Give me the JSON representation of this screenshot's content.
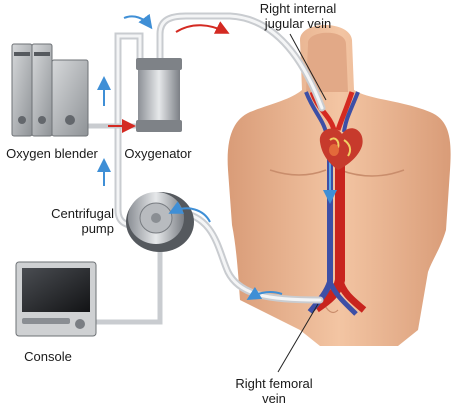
{
  "labels": {
    "right_internal_jugular_vein": [
      "Right internal",
      "jugular vein"
    ],
    "oxygen_blender": "Oxygen blender",
    "oxygenator": "Oxygenator",
    "centrifugal_pump": [
      "Centrifugal",
      "pump"
    ],
    "console": "Console",
    "right_femoral_vein": [
      "Right femoral",
      "vein"
    ]
  },
  "colors": {
    "arterial_red": "#d42a22",
    "venous_blue": "#3f8fd6",
    "tubing": "#c9ccd0",
    "skin": "#e9b592"
  },
  "icons": [
    "flow-arrow-red",
    "flow-arrow-blue"
  ]
}
